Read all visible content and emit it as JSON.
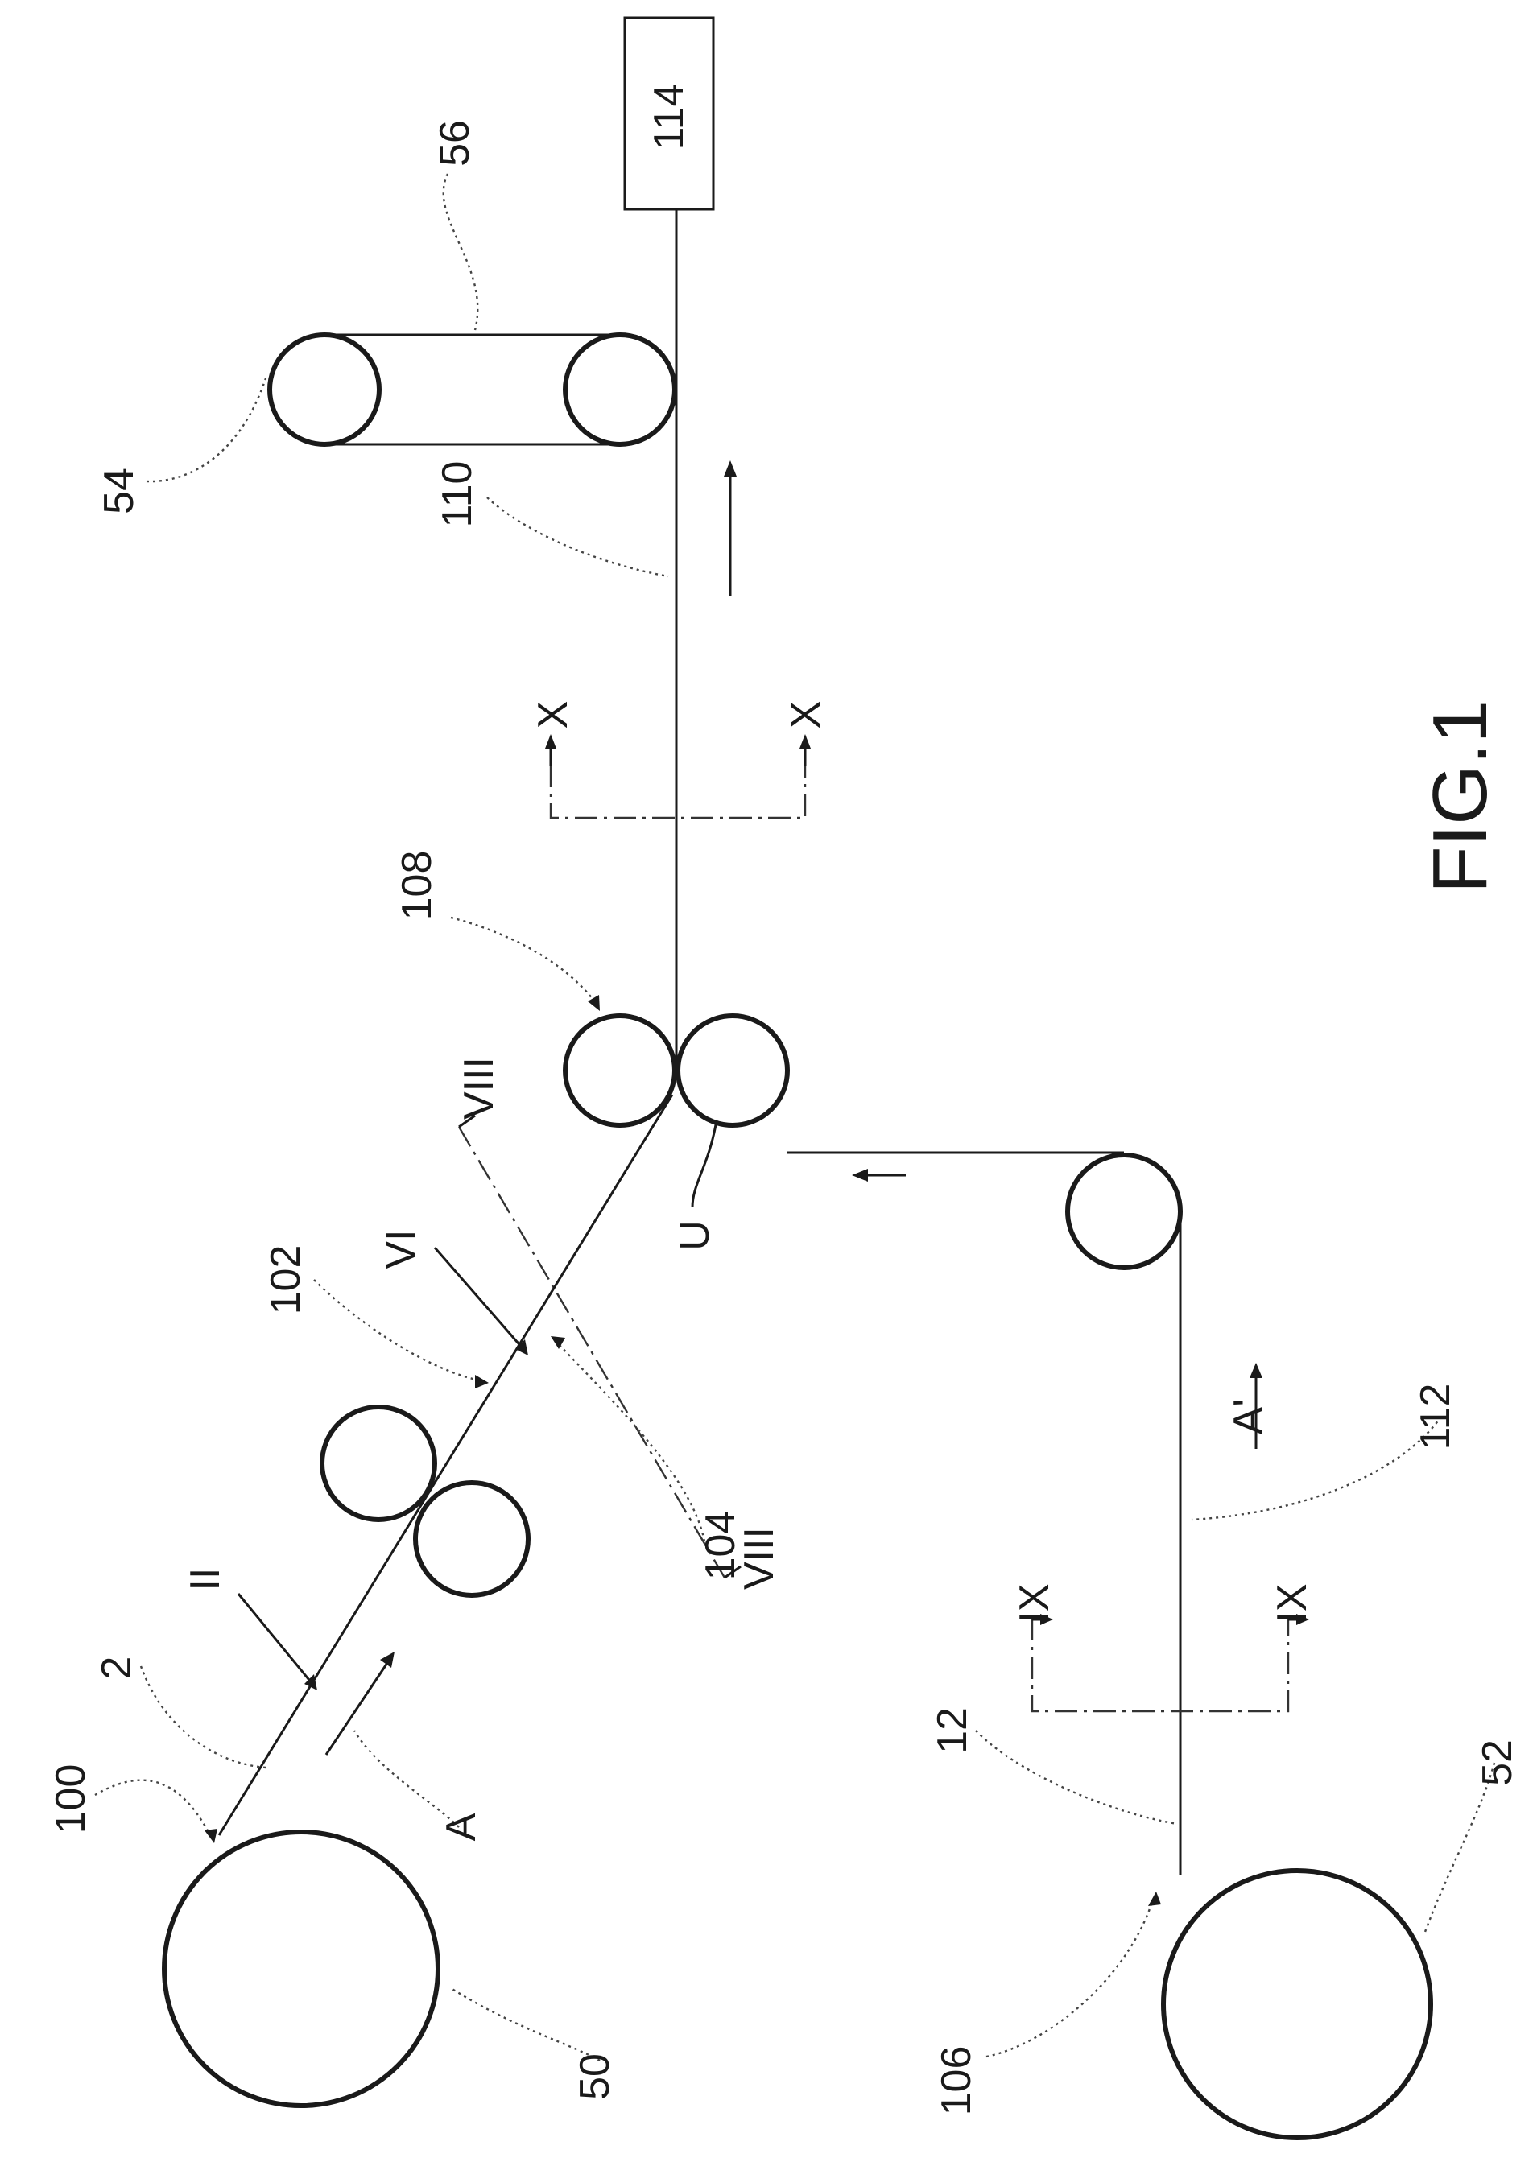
{
  "labels": {
    "l114": "114",
    "l56": "56",
    "l54": "54",
    "l110": "110",
    "l108": "108",
    "l102": "102",
    "l100": "100",
    "l2": "2",
    "l12": "12",
    "l104": "104",
    "l112": "112",
    "l106": "106",
    "l50": "50",
    "l52": "52",
    "sec_X_top": "X",
    "sec_X_bottom": "X",
    "sec_VIII_top": "VIII",
    "sec_VIII_bottom": "VIII",
    "sec_IX_top": "IX",
    "sec_IX_bottom": "IX",
    "sec_II": "II",
    "sec_VI": "VI",
    "dir_A": "A",
    "dir_A_prime": "A'",
    "junction_U": "U"
  },
  "figure_title": "FIG.1"
}
